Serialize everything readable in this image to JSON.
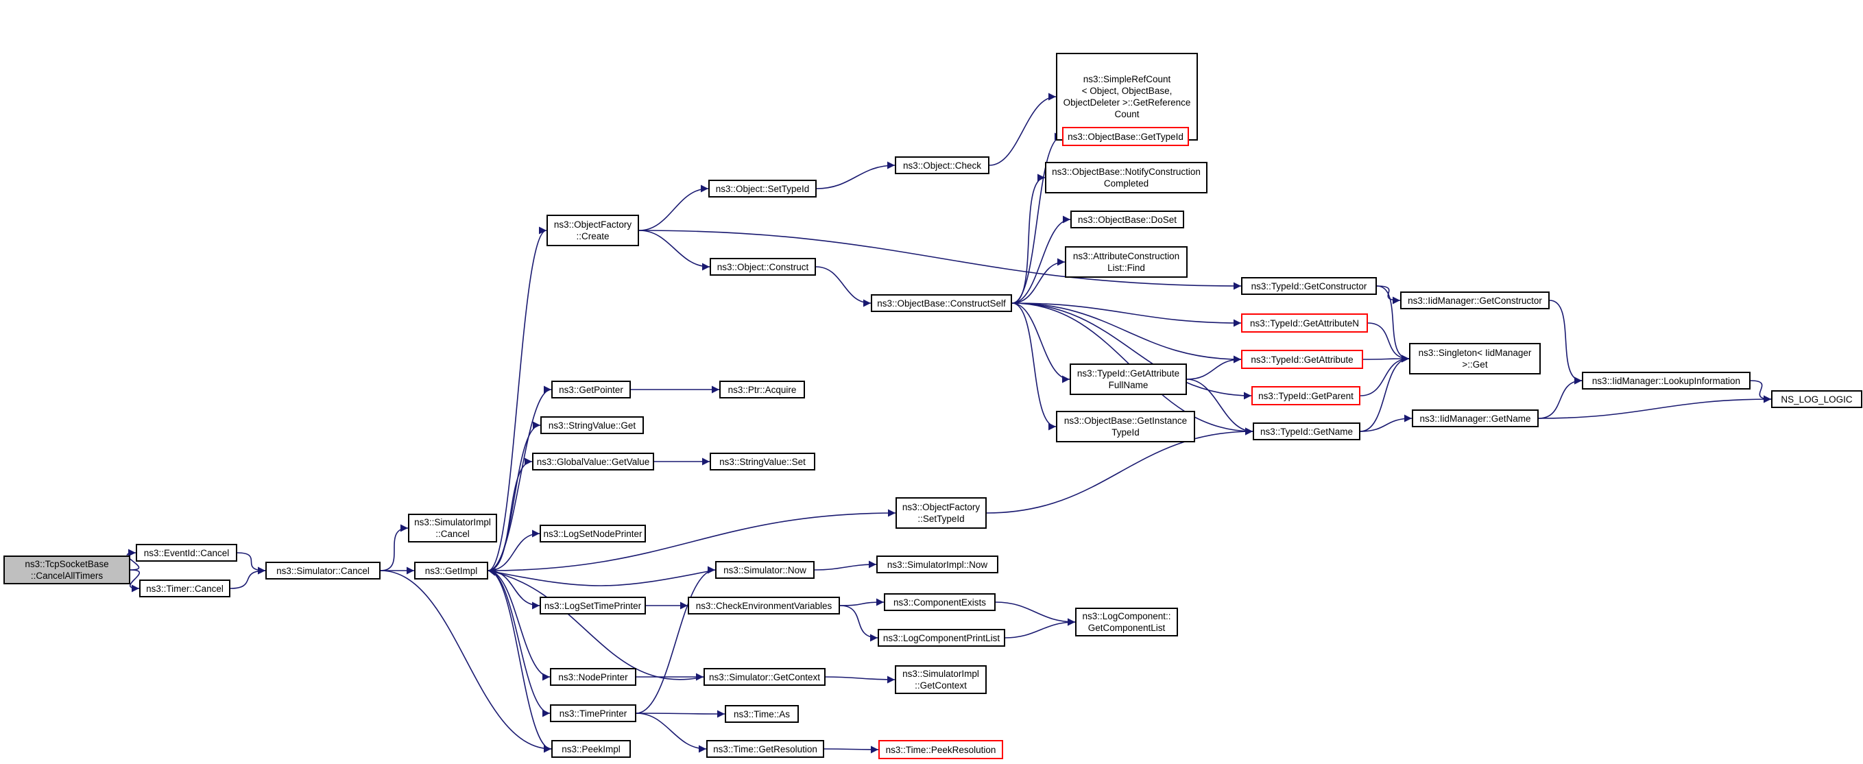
{
  "diagram": {
    "nodes": [
      {
        "id": "tcp_cancel_all",
        "label": "ns3::TcpSocketBase\n::CancelAllTimers",
        "style": "root"
      },
      {
        "id": "eventid_cancel",
        "label": "ns3::EventId::Cancel",
        "style": "normal"
      },
      {
        "id": "timer_cancel",
        "label": "ns3::Timer::Cancel",
        "style": "normal"
      },
      {
        "id": "sim_cancel",
        "label": "ns3::Simulator::Cancel",
        "style": "normal"
      },
      {
        "id": "simimpl_cancel",
        "label": "ns3::SimulatorImpl\n::Cancel",
        "style": "normal"
      },
      {
        "id": "getimpl",
        "label": "ns3::GetImpl",
        "style": "normal"
      },
      {
        "id": "objfactory_create",
        "label": "ns3::ObjectFactory\n::Create",
        "style": "normal"
      },
      {
        "id": "object_settypeid",
        "label": "ns3::Object::SetTypeId",
        "style": "normal"
      },
      {
        "id": "object_check",
        "label": "ns3::Object::Check",
        "style": "normal"
      },
      {
        "id": "simplerefcount",
        "label": "ns3::SimpleRefCount\n< Object, ObjectBase,\nObjectDeleter >::GetReference\nCount",
        "style": "normal"
      },
      {
        "id": "objbase_gettypeid",
        "label": "ns3::ObjectBase::GetTypeId",
        "style": "red"
      },
      {
        "id": "objbase_notify",
        "label": "ns3::ObjectBase::NotifyConstruction\nCompleted",
        "style": "normal"
      },
      {
        "id": "objbase_doset",
        "label": "ns3::ObjectBase::DoSet",
        "style": "normal"
      },
      {
        "id": "attrconst_find",
        "label": "ns3::AttributeConstruction\nList::Find",
        "style": "normal"
      },
      {
        "id": "object_construct",
        "label": "ns3::Object::Construct",
        "style": "normal"
      },
      {
        "id": "objbase_constructself",
        "label": "ns3::ObjectBase::ConstructSelf",
        "style": "normal"
      },
      {
        "id": "typeid_getconstructor",
        "label": "ns3::TypeId::GetConstructor",
        "style": "normal"
      },
      {
        "id": "iid_getconstructor",
        "label": "ns3::IidManager::GetConstructor",
        "style": "normal"
      },
      {
        "id": "typeid_getattributen",
        "label": "ns3::TypeId::GetAttributeN",
        "style": "red"
      },
      {
        "id": "typeid_getattribute",
        "label": "ns3::TypeId::GetAttribute",
        "style": "red"
      },
      {
        "id": "singleton_get",
        "label": "ns3::Singleton< IidManager\n>::Get",
        "style": "normal"
      },
      {
        "id": "typeid_getattr_fullname",
        "label": "ns3::TypeId::GetAttribute\nFullName",
        "style": "normal"
      },
      {
        "id": "typeid_getparent",
        "label": "ns3::TypeId::GetParent",
        "style": "red"
      },
      {
        "id": "iid_lookupinfo",
        "label": "ns3::IidManager::LookupInformation",
        "style": "normal"
      },
      {
        "id": "ns_log_logic",
        "label": "NS_LOG_LOGIC",
        "style": "normal"
      },
      {
        "id": "typeid_getname",
        "label": "ns3::TypeId::GetName",
        "style": "normal"
      },
      {
        "id": "iid_getname",
        "label": "ns3::IidManager::GetName",
        "style": "normal"
      },
      {
        "id": "objbase_getinstancetypeid",
        "label": "ns3::ObjectBase::GetInstance\nTypeId",
        "style": "normal"
      },
      {
        "id": "getpointer",
        "label": "ns3::GetPointer",
        "style": "normal"
      },
      {
        "id": "ptr_acquire",
        "label": "ns3::Ptr::Acquire",
        "style": "normal"
      },
      {
        "id": "stringvalue_get",
        "label": "ns3::StringValue::Get",
        "style": "normal"
      },
      {
        "id": "globalvalue_getvalue",
        "label": "ns3::GlobalValue::GetValue",
        "style": "normal"
      },
      {
        "id": "stringvalue_set",
        "label": "ns3::StringValue::Set",
        "style": "normal"
      },
      {
        "id": "objfactory_settypeid",
        "label": "ns3::ObjectFactory\n::SetTypeId",
        "style": "normal"
      },
      {
        "id": "logsetnodeprinter",
        "label": "ns3::LogSetNodePrinter",
        "style": "normal"
      },
      {
        "id": "sim_now",
        "label": "ns3::Simulator::Now",
        "style": "normal"
      },
      {
        "id": "simimpl_now",
        "label": "ns3::SimulatorImpl::Now",
        "style": "normal"
      },
      {
        "id": "logsettimeprinter",
        "label": "ns3::LogSetTimePrinter",
        "style": "normal"
      },
      {
        "id": "checkenvvars",
        "label": "ns3::CheckEnvironmentVariables",
        "style": "normal"
      },
      {
        "id": "componentexists",
        "label": "ns3::ComponentExists",
        "style": "normal"
      },
      {
        "id": "logcomponent_getlist",
        "label": "ns3::LogComponent::\nGetComponentList",
        "style": "normal"
      },
      {
        "id": "logcomponentprintlist",
        "label": "ns3::LogComponentPrintList",
        "style": "normal"
      },
      {
        "id": "nodeprinter",
        "label": "ns3::NodePrinter",
        "style": "normal"
      },
      {
        "id": "sim_getcontext",
        "label": "ns3::Simulator::GetContext",
        "style": "normal"
      },
      {
        "id": "simimpl_getcontext",
        "label": "ns3::SimulatorImpl\n::GetContext",
        "style": "normal"
      },
      {
        "id": "timeprinter",
        "label": "ns3::TimePrinter",
        "style": "normal"
      },
      {
        "id": "time_as",
        "label": "ns3::Time::As",
        "style": "normal"
      },
      {
        "id": "peekimpl",
        "label": "ns3::PeekImpl",
        "style": "normal"
      },
      {
        "id": "time_getresolution",
        "label": "ns3::Time::GetResolution",
        "style": "normal"
      },
      {
        "id": "time_peekresolution",
        "label": "ns3::Time::PeekResolution",
        "style": "red"
      }
    ],
    "edges": [
      [
        "tcp_cancel_all",
        "eventid_cancel"
      ],
      [
        "tcp_cancel_all",
        "timer_cancel"
      ],
      [
        "eventid_cancel",
        "sim_cancel"
      ],
      [
        "timer_cancel",
        "sim_cancel"
      ],
      [
        "sim_cancel",
        "simimpl_cancel"
      ],
      [
        "sim_cancel",
        "getimpl"
      ],
      [
        "sim_cancel",
        "peekimpl"
      ],
      [
        "getimpl",
        "objfactory_create"
      ],
      [
        "getimpl",
        "getpointer"
      ],
      [
        "getimpl",
        "stringvalue_get"
      ],
      [
        "getimpl",
        "globalvalue_getvalue"
      ],
      [
        "getimpl",
        "objfactory_settypeid"
      ],
      [
        "getimpl",
        "logsetnodeprinter"
      ],
      [
        "getimpl",
        "logsettimeprinter"
      ],
      [
        "getimpl",
        "nodeprinter"
      ],
      [
        "getimpl",
        "timeprinter"
      ],
      [
        "getimpl",
        "peekimpl"
      ],
      [
        "sim_now",
        "getimpl"
      ],
      [
        "sim_getcontext",
        "getimpl"
      ],
      [
        "objfactory_create",
        "object_settypeid"
      ],
      [
        "objfactory_create",
        "object_construct"
      ],
      [
        "objfactory_create",
        "typeid_getconstructor"
      ],
      [
        "object_settypeid",
        "object_check"
      ],
      [
        "object_check",
        "simplerefcount"
      ],
      [
        "object_construct",
        "objbase_constructself"
      ],
      [
        "objbase_constructself",
        "objbase_gettypeid"
      ],
      [
        "objbase_constructself",
        "objbase_notify"
      ],
      [
        "objbase_constructself",
        "objbase_doset"
      ],
      [
        "objbase_constructself",
        "attrconst_find"
      ],
      [
        "objbase_constructself",
        "typeid_getattributen"
      ],
      [
        "objbase_constructself",
        "typeid_getattribute"
      ],
      [
        "objbase_constructself",
        "typeid_getattr_fullname"
      ],
      [
        "objbase_constructself",
        "objbase_getinstancetypeid"
      ],
      [
        "objbase_constructself",
        "typeid_getparent"
      ],
      [
        "objbase_constructself",
        "typeid_getname"
      ],
      [
        "typeid_getconstructor",
        "iid_getconstructor"
      ],
      [
        "typeid_getconstructor",
        "singleton_get"
      ],
      [
        "iid_getconstructor",
        "iid_lookupinfo"
      ],
      [
        "typeid_getattributen",
        "singleton_get"
      ],
      [
        "typeid_getattribute",
        "singleton_get"
      ],
      [
        "typeid_getattr_fullname",
        "typeid_getattribute"
      ],
      [
        "typeid_getattr_fullname",
        "typeid_getname"
      ],
      [
        "typeid_getparent",
        "singleton_get"
      ],
      [
        "typeid_getname",
        "singleton_get"
      ],
      [
        "typeid_getname",
        "iid_getname"
      ],
      [
        "iid_getname",
        "iid_lookupinfo"
      ],
      [
        "iid_getname",
        "ns_log_logic"
      ],
      [
        "iid_lookupinfo",
        "ns_log_logic"
      ],
      [
        "objfactory_settypeid",
        "typeid_getname"
      ],
      [
        "getpointer",
        "ptr_acquire"
      ],
      [
        "globalvalue_getvalue",
        "stringvalue_set"
      ],
      [
        "sim_now",
        "simimpl_now"
      ],
      [
        "logsettimeprinter",
        "checkenvvars"
      ],
      [
        "checkenvvars",
        "componentexists"
      ],
      [
        "checkenvvars",
        "logcomponentprintlist"
      ],
      [
        "componentexists",
        "logcomponent_getlist"
      ],
      [
        "logcomponentprintlist",
        "logcomponent_getlist"
      ],
      [
        "nodeprinter",
        "sim_getcontext"
      ],
      [
        "sim_getcontext",
        "simimpl_getcontext"
      ],
      [
        "timeprinter",
        "sim_now"
      ],
      [
        "timeprinter",
        "time_as"
      ],
      [
        "timeprinter",
        "time_getresolution"
      ],
      [
        "time_getresolution",
        "time_peekresolution"
      ]
    ]
  }
}
